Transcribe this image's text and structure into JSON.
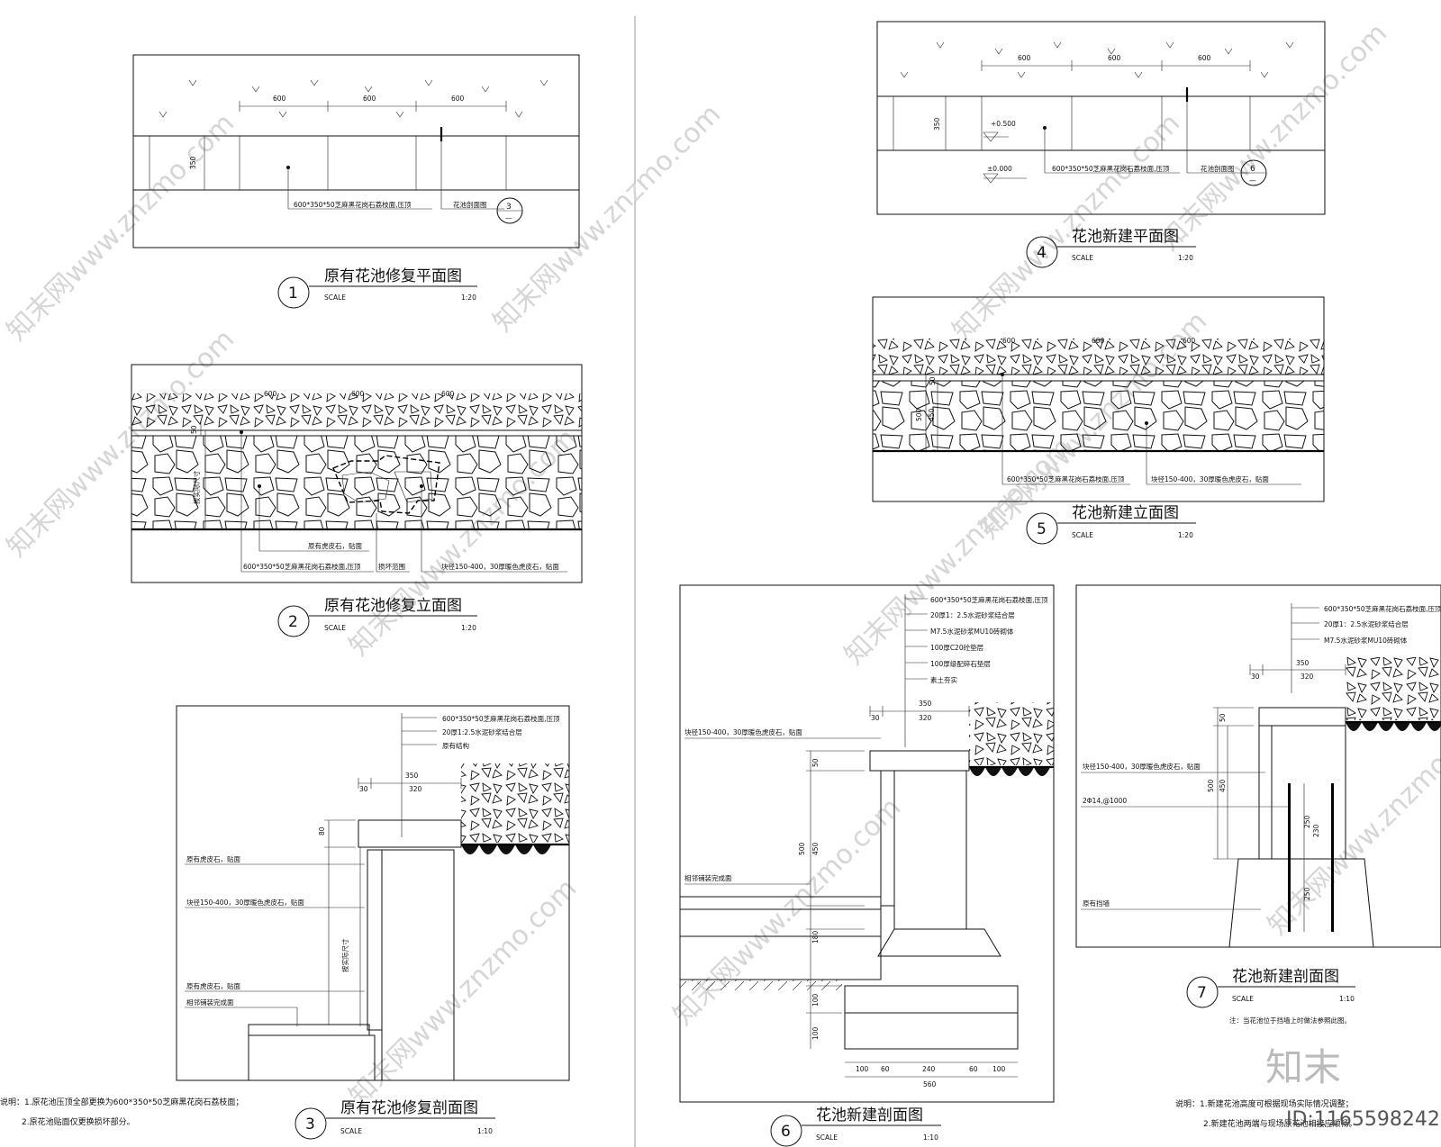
{
  "watermark": "知末网www.znzmo.com",
  "brand": "知末",
  "image_id": "ID:1165598242",
  "scale_word": "SCALE",
  "drawings": [
    {
      "num": "1",
      "title": "原有花池修复平面图",
      "scale": "1:20"
    },
    {
      "num": "2",
      "title": "原有花池修复立面图",
      "scale": "1:20"
    },
    {
      "num": "3",
      "title": "原有花池修复剖面图",
      "scale": "1:10"
    },
    {
      "num": "4",
      "title": "花池新建平面图",
      "scale": "1:20"
    },
    {
      "num": "5",
      "title": "花池新建立面图",
      "scale": "1:20"
    },
    {
      "num": "6",
      "title": "花池新建剖面图",
      "scale": "1:10"
    },
    {
      "num": "7",
      "title": "花池新建剖面图",
      "scale": "1:10"
    }
  ],
  "d1": {
    "dims": [
      "600",
      "600",
      "600",
      "350"
    ],
    "cap_label": "600*350*50芝麻黑花岗石荔枝面,压顶",
    "section_ref": "花池剖面图",
    "ref_num": "3",
    "ref_sub": "—"
  },
  "d2": {
    "dims": [
      "600",
      "600",
      "600",
      "50"
    ],
    "actual_size": "按实际尺寸",
    "labels": [
      "原有虎皮石，贴面",
      "600*350*50芝麻黑花岗石荔枝面,压顶",
      "损坏范围",
      "块径150-400，30厚暖色虎皮石，贴面"
    ]
  },
  "d3": {
    "layers": [
      "600*350*50芝麻黑花岗石荔枝面,压顶",
      "20厚1:2.5水泥砂浆结合层",
      "原有结构"
    ],
    "dims": [
      "350",
      "30",
      "320",
      "80"
    ],
    "actual_size": "按实际尺寸",
    "left_labels": [
      "原有虎皮石，贴面",
      "块径150-400，30厚暖色虎皮石，贴面",
      "原有虎皮石，贴面",
      "相邻铺装完成面"
    ],
    "notes": [
      "说明：1.原花池压顶全部更换为600*350*50芝麻黑花岗石荔枝面；",
      "2.原花池贴面仅更换损坏部分。"
    ]
  },
  "d4": {
    "dims": [
      "600",
      "600",
      "600",
      "350"
    ],
    "levels": [
      "+0.500",
      "±0.000"
    ],
    "cap_label": "600*350*50芝麻黑花岗石荔枝面,压顶",
    "section_ref": "花池剖面图",
    "ref_num": "6",
    "ref_sub": "—"
  },
  "d5": {
    "dims": [
      "600",
      "600",
      "600",
      "50",
      "500",
      "450"
    ],
    "labels": [
      "600*350*50芝麻黑花岗石荔枝面,压顶",
      "块径150-400，30厚暖色虎皮石，贴面"
    ]
  },
  "d6": {
    "layers": [
      "600*350*50芝麻黑花岗石荔枝面,压顶",
      "20厚1：2.5水泥砂浆结合层",
      "M7.5水泥砂浆MU10砖砌体",
      "100厚C20砼垫层",
      "100厚级配碎石垫层",
      "素土夯实"
    ],
    "dims_top": [
      "350",
      "30",
      "320"
    ],
    "dims_v": [
      "50",
      "500",
      "450",
      "180",
      "100",
      "100"
    ],
    "dims_bottom": [
      "100",
      "60",
      "240",
      "60",
      "100",
      "560"
    ],
    "left_labels": [
      "块径150-400，30厚暖色虎皮石，贴面",
      "相邻铺装完成面"
    ]
  },
  "d7": {
    "layers": [
      "600*350*50芝麻黑花岗石荔枝面,压顶",
      "20厚1：2.5水泥砂浆结合层",
      "M7.5水泥砂浆MU10砖砌体"
    ],
    "dims_top": [
      "350",
      "30",
      "320"
    ],
    "dims_v": [
      "50",
      "500",
      "450",
      "250",
      "230",
      "250"
    ],
    "left_labels": [
      "块径150-400，30厚暖色虎皮石，贴面",
      "2Φ14,@1000",
      "原有挡墙"
    ],
    "note_under_title": "注：当花池位于挡墙上时做法参照此图。",
    "notes": [
      "说明：1.新建花池高度可根据现场实际情况调整；",
      "2.新建花池两端与现场原花池相接应顺畅。"
    ]
  }
}
